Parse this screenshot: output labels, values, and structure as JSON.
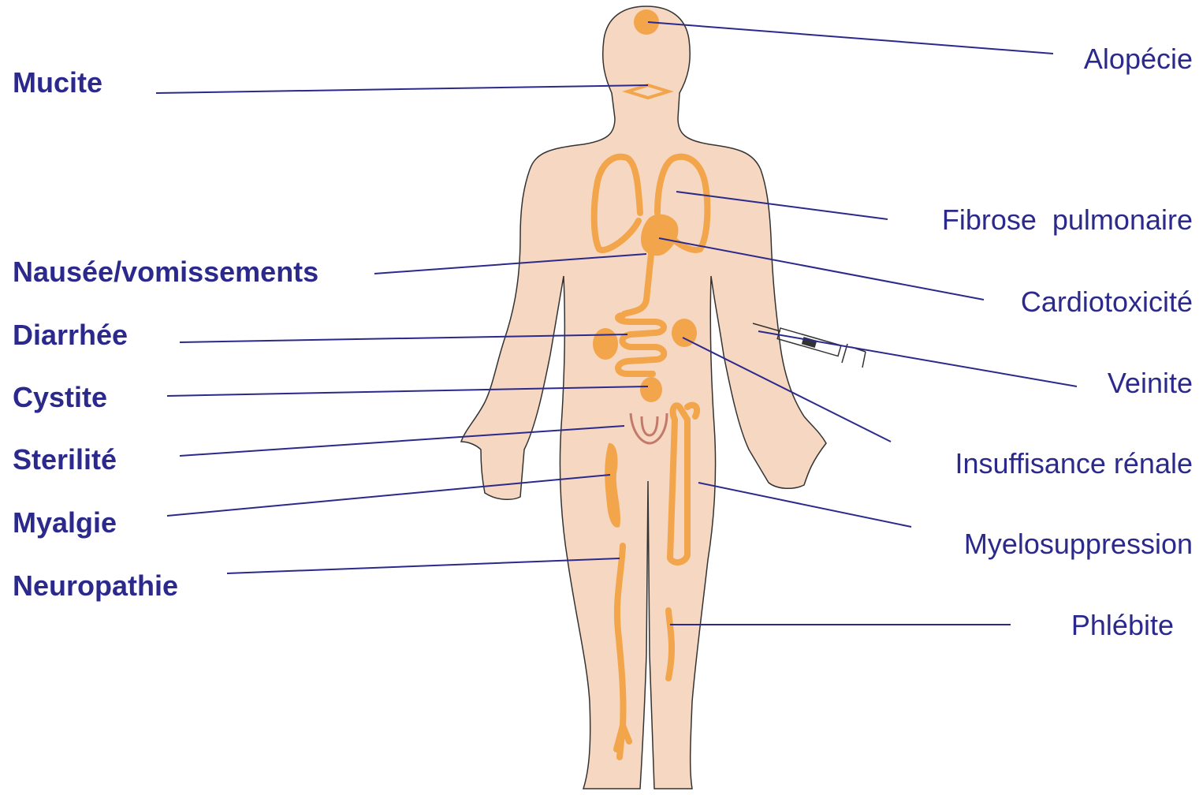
{
  "colors": {
    "skin": "#f6d7c1",
    "organ": "#f2a54a",
    "uterus": "#c27a6a",
    "label_text": "#2b2a8c",
    "leader_line": "#2b2a8c",
    "outline": "#333333"
  },
  "left_labels": {
    "mucite": "Mucite",
    "nausee": "Nausée/vomissements",
    "diarrhee": "Diarrhée",
    "cystite": "Cystite",
    "sterilite": "Sterilité",
    "myalgie": "Myalgie",
    "neuropathie": "Neuropathie"
  },
  "right_labels": {
    "alopecie": "Alopécie",
    "fibrose": "Fibrose  pulmonaire",
    "cardiotoxicite": "Cardiotoxicité",
    "veinite": "Veinite",
    "insuffisance": "Insuffisance rénale",
    "myelosuppression": "Myelosuppression",
    "phlebite": "Phlébite"
  },
  "icons": {
    "syringe": "syringe-icon",
    "body": "human-body-figure"
  }
}
